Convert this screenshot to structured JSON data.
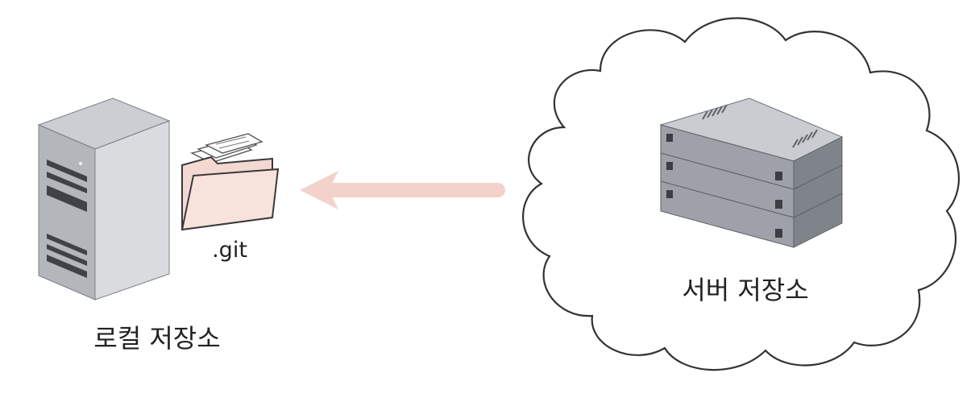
{
  "nodes": {
    "local": {
      "label": "로컬 저장소",
      "icon": "desktop-tower-icon"
    },
    "folder": {
      "label": ".git",
      "icon": "folder-icon"
    },
    "server": {
      "label": "서버 저장소",
      "icon": "server-rack-icon",
      "container_icon": "cloud-icon"
    }
  },
  "edges": [
    {
      "from": "server",
      "to": "folder",
      "direction": "server-to-local"
    }
  ],
  "colors": {
    "arrow": "#F2D2CA",
    "folder_fill": "#F8E2DC",
    "server_gray": "#A9ADB2",
    "line": "#444444"
  }
}
